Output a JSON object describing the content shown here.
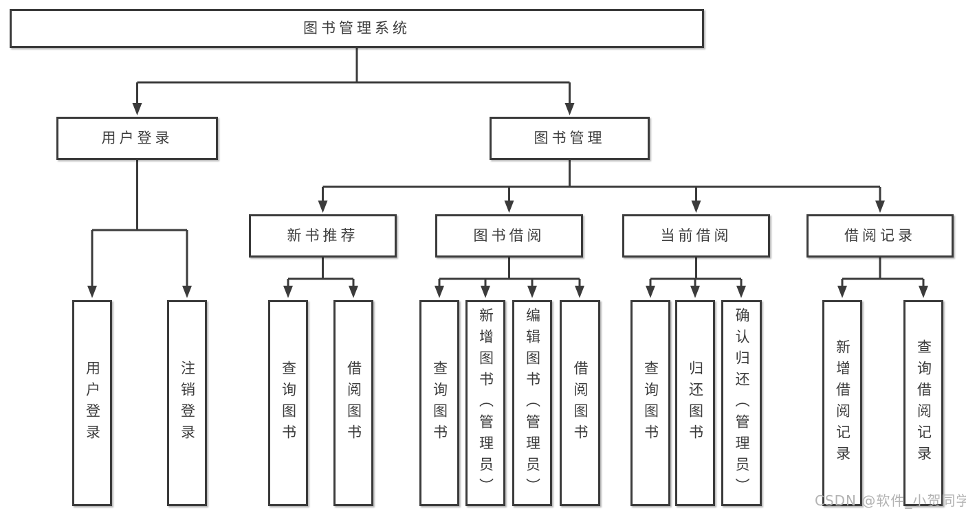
{
  "tree": {
    "label": "图书管理系统",
    "children": [
      {
        "label": "用户登录",
        "children": [
          {
            "label": "用户登录"
          },
          {
            "label": "注销登录"
          }
        ]
      },
      {
        "label": "图书管理",
        "children": [
          {
            "label": "新书推荐",
            "children": [
              {
                "label": "查询图书"
              },
              {
                "label": "借阅图书"
              }
            ]
          },
          {
            "label": "图书借阅",
            "children": [
              {
                "label": "查询图书"
              },
              {
                "label": "新增图书（管理员）"
              },
              {
                "label": "编辑图书（管理员）"
              },
              {
                "label": "借阅图书"
              }
            ]
          },
          {
            "label": "当前借阅",
            "children": [
              {
                "label": "查询图书"
              },
              {
                "label": "归还图书"
              },
              {
                "label": "确认归还（管理员）"
              }
            ]
          },
          {
            "label": "借阅记录",
            "children": [
              {
                "label": "新增借阅记录"
              },
              {
                "label": "查询借阅记录"
              }
            ]
          }
        ]
      }
    ]
  },
  "watermark": "CSDN @软件_小贺同学",
  "colors": {
    "line": "#3b3b3b",
    "text": "#3c3c3c",
    "watermark": "#b3b3b3",
    "background": "#ffffff"
  }
}
